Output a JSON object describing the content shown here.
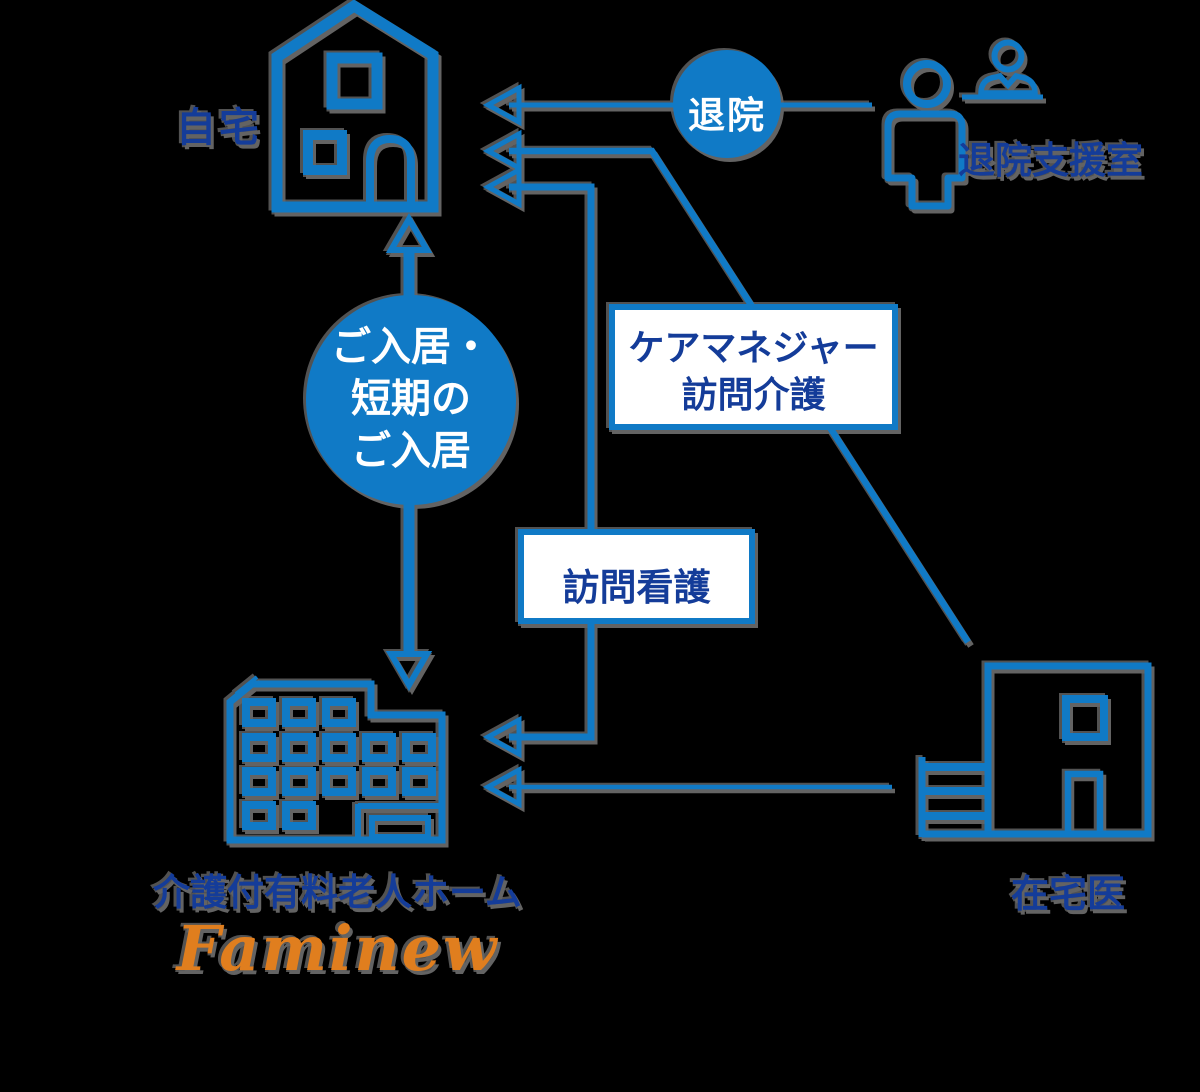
{
  "diagram": "care-service-flow",
  "colors": {
    "line_blue": "#107AC6",
    "badge_blue": "#107AC6",
    "label_navy": "#143C99",
    "brand_orange": "#E07E1E",
    "box_white": "#FFFFFF",
    "shadow_gray": "#636363",
    "background": "#000000"
  },
  "nodes": {
    "home": {
      "label": "自宅"
    },
    "discharge_support": {
      "label": "退院支援室"
    },
    "nursing_home": {
      "label": "介護付有料老人ホーム",
      "brand": "Faminew"
    },
    "home_doctor": {
      "label": "在宅医"
    }
  },
  "badges": {
    "discharge": {
      "label": "退院"
    },
    "move_in": {
      "lines": [
        "ご入居・",
        "短期の",
        "ご入居"
      ]
    }
  },
  "boxes": {
    "care_manager": {
      "lines": [
        "ケアマネジャー",
        "訪問介護"
      ]
    },
    "visiting_nurse": {
      "label": "訪問看護"
    }
  }
}
